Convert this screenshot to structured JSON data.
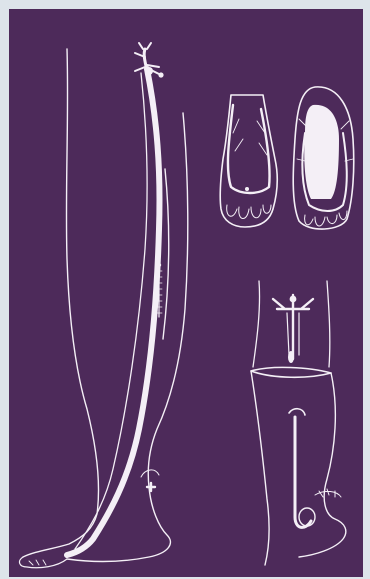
{
  "figure": {
    "background_color": "#4d2a5a",
    "frame_color": "#dde4ea",
    "line_color": "#f4eff6",
    "panels": [
      "leg-with-long-vein",
      "foot-dorsal-view",
      "foot-plantar-view",
      "lower-leg-detail"
    ]
  }
}
